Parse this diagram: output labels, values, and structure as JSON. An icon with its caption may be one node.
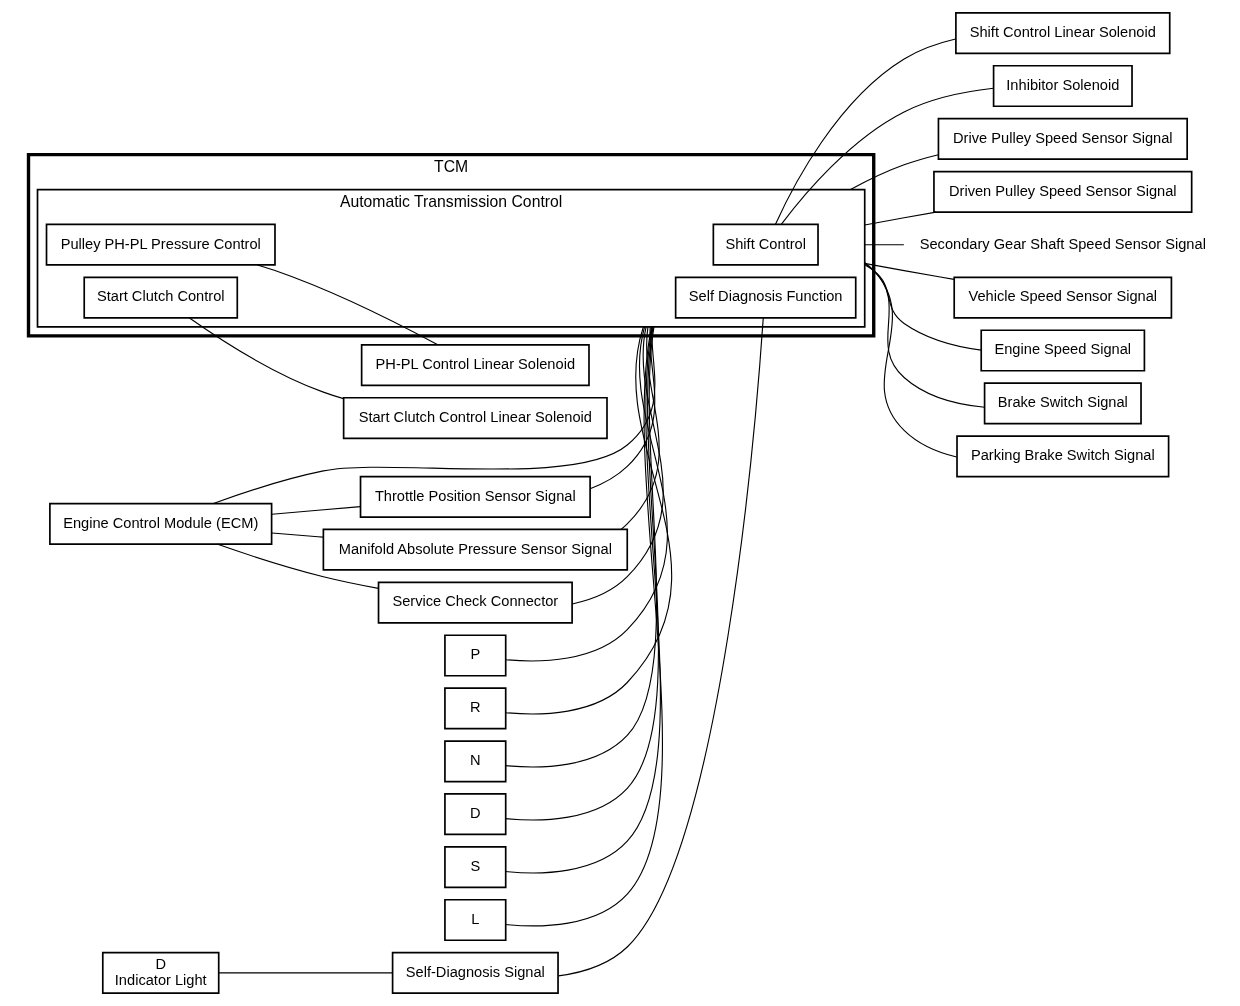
{
  "diagram": {
    "nodes": [
      {
        "text": [
          "TCM"
        ]
      },
      {
        "text": [
          "Automatic Transmission Control"
        ],
        "in": 0
      },
      {
        "text": [
          "Shift Control"
        ],
        "in": 1
      },
      {
        "text": [
          "Pulley PH-PL Pressure Control"
        ],
        "in": 1
      },
      {
        "text": [
          "Start Clutch Control"
        ],
        "in": 1
      },
      {
        "text": [
          "Self Diagnosis Function"
        ],
        "in": 1
      },
      {
        "text": [
          "Engine Control Module (ECM)"
        ]
      },
      {
        "text": [
          "Throttle Position Sensor Signal"
        ]
      },
      {
        "text": [
          "Manifold Absolute Pressure Sensor Signal"
        ]
      },
      {
        "text": [
          "Service Check Connector"
        ]
      },
      {
        "text": [
          "P"
        ]
      },
      {
        "text": [
          "R"
        ]
      },
      {
        "text": [
          "N"
        ]
      },
      {
        "text": [
          "D"
        ]
      },
      {
        "text": [
          "S"
        ]
      },
      {
        "text": [
          "L"
        ]
      },
      {
        "text": [
          "D",
          "Indicator Light"
        ]
      },
      {
        "text": [
          "Self-Diagnosis Signal"
        ]
      },
      {
        "text": [
          "Shift Control Linear Solenoid"
        ]
      },
      {
        "text": [
          "Inhibitor Solenoid"
        ]
      },
      {
        "text": [
          "PH-PL Control Linear Solenoid"
        ]
      },
      {
        "text": [
          "Start Clutch Control Linear Solenoid"
        ]
      },
      {
        "text": [
          "Drive Pulley Speed Sensor Signal"
        ]
      },
      {
        "text": [
          "Driven Pulley Speed Sensor Signal"
        ]
      },
      {
        "text": [
          "Secondary Gear Shaft Speed Sensor Signal"
        ]
      },
      {
        "text": [
          "Vehicle Speed Sensor Signal"
        ]
      },
      {
        "text": [
          "Engine Speed Signal"
        ]
      },
      {
        "text": [
          "Brake Switch Signal"
        ]
      },
      {
        "text": [
          "Parking Brake Switch Signal"
        ]
      }
    ],
    "edges": [
      {
        "from": 6,
        "to": 7,
        "arrow": "none"
      },
      {
        "from": 6,
        "to": 8,
        "arrow": "none"
      },
      {
        "from": 6,
        "to": 9,
        "arrow": "none"
      },
      {
        "from": 7,
        "to": 1,
        "arrow": "none"
      },
      {
        "from": 8,
        "to": 1,
        "arrow": "none"
      },
      {
        "from": 9,
        "to": 1,
        "arrow": "none"
      },
      {
        "from": 6,
        "to": 1,
        "arrow": "none"
      },
      {
        "from": 10,
        "to": 1,
        "arrow": "none"
      },
      {
        "from": 11,
        "to": 1,
        "arrow": "none"
      },
      {
        "from": 12,
        "to": 1,
        "arrow": "none"
      },
      {
        "from": 13,
        "to": 1,
        "arrow": "none"
      },
      {
        "from": 14,
        "to": 1,
        "arrow": "none"
      },
      {
        "from": 15,
        "to": 1,
        "arrow": "none"
      },
      {
        "from": 16,
        "to": 17,
        "arrow": "none"
      },
      {
        "from": 17,
        "to": 5,
        "arrow": "none"
      },
      {
        "from": 2,
        "to": 18,
        "arrow": "none"
      },
      {
        "from": 2,
        "to": 19,
        "arrow": "none"
      },
      {
        "from": 3,
        "to": 20,
        "arrow": "none"
      },
      {
        "from": 4,
        "to": 21,
        "arrow": "none"
      },
      {
        "from": 1,
        "to": 22,
        "arrow": "none"
      },
      {
        "from": 1,
        "to": 23,
        "arrow": "none"
      },
      {
        "from": 1,
        "to": 24,
        "arrow": "none"
      },
      {
        "from": 1,
        "to": 25,
        "arrow": "none"
      },
      {
        "from": 1,
        "to": 26,
        "arrow": "none"
      },
      {
        "from": 1,
        "to": 27,
        "arrow": "none"
      },
      {
        "from": 1,
        "to": 28,
        "arrow": "none"
      }
    ]
  }
}
